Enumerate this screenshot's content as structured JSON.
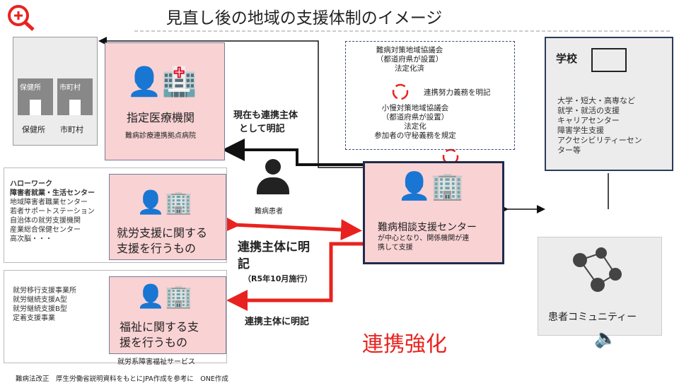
{
  "title": "見直し後の地域の支援体制のイメージ",
  "colors": {
    "pink": "#f9d2d4",
    "red": "#e8231f",
    "navy": "#1f2b4d",
    "gray": "#ececec"
  },
  "health": {
    "hokenjo": "保健所",
    "shichoson": "市町村",
    "hokenjo_label": "保健所",
    "shichoson_label": "市町村"
  },
  "hospital": {
    "title": "指定医療機関",
    "sub": "難病診療連携拠点病院"
  },
  "current_note": [
    "現在も連携主体",
    "として明記"
  ],
  "patient": "難病患者",
  "council": {
    "lines1": [
      "難病対策地域協議会",
      "（都道府県が設置）",
      "法定化済"
    ],
    "link": "連携努力義務を明記",
    "lines2": [
      "小慢対策地域協議会",
      "（都道府県が設置）",
      "法定化",
      "参加者の守秘義務を規定"
    ]
  },
  "school": {
    "title": "学校",
    "items": [
      "大学・短大・高専など",
      "就学・就活の支援",
      "キャリアセンター",
      "障害学生支援",
      "アクセシビリティーセン",
      "ター等"
    ]
  },
  "center": {
    "title": "難病相談支援センター",
    "sub": [
      "が中心となり、関係機関が連",
      "携して支援"
    ]
  },
  "work": {
    "list": [
      "ハローワーク",
      "障害者就業・生活センター",
      "地域障害者職業センター",
      "若者サポートステーション",
      "自治体の就労支援機関",
      "産業総合保健センター",
      "高次脳・・・"
    ],
    "title": [
      "就労支援に関する",
      "支援を行うもの"
    ]
  },
  "welfare": {
    "list": [
      "就労移行支援事業所",
      "就労継続支援A型",
      "就労継続支援B型",
      "定着支援事業"
    ],
    "title": [
      "福祉に関する支",
      "援を行うもの"
    ],
    "caption": "就労系障害福祉サービス"
  },
  "arrow_label1": [
    "連携主体に明",
    "記"
  ],
  "arrow_label1_sub": "（R5年10月施行）",
  "arrow_label2": "連携主体に明記",
  "strengthen": "連携強化",
  "community": "患者コミュニティー",
  "footer": "難病法改正　厚生労働省説明資料をもとにJPA作成を参考に　ONE作成"
}
